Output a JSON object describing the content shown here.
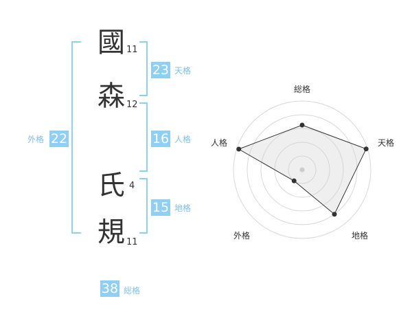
{
  "name_chars": [
    {
      "char": "國",
      "strokes": "11"
    },
    {
      "char": "森",
      "strokes": "12"
    },
    {
      "char": "氏",
      "strokes": "4"
    },
    {
      "char": "規",
      "strokes": "11"
    }
  ],
  "kakusu": {
    "tenkaku": {
      "value": "23",
      "label": "天格"
    },
    "jinkaku": {
      "value": "16",
      "label": "人格"
    },
    "chikaku": {
      "value": "15",
      "label": "地格"
    },
    "gaikaku": {
      "value": "22",
      "label": "外格"
    },
    "soukaku": {
      "value": "38",
      "label": "総格"
    }
  },
  "colors": {
    "accent": "#8fcff4",
    "label": "#7dc2ec"
  },
  "chart_data": {
    "type": "radar",
    "axes": [
      "総格",
      "天格",
      "地格",
      "外格",
      "人格"
    ],
    "values": [
      0.65,
      0.98,
      0.8,
      0.2,
      0.97
    ],
    "range": [
      0,
      1
    ],
    "rings": 5,
    "grid": true
  }
}
